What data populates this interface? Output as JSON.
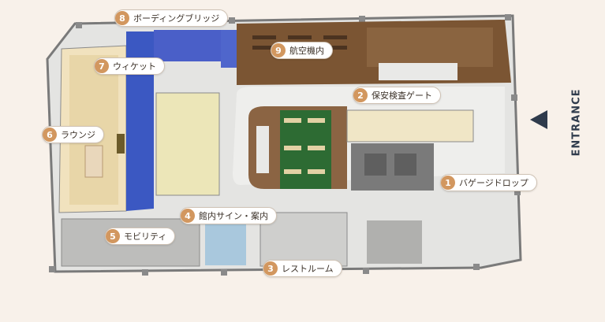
{
  "map": {
    "entrance_label": "ENTRANCE",
    "colors": {
      "background": "#f8f1ea",
      "floor": "#e6e6e4",
      "wall": "#6f6f6f",
      "wood": "#7b5533",
      "bridge_blue": "#3b58c2",
      "green": "#2d6b33",
      "badge": "#d2975f"
    },
    "zones": [
      {
        "num": "1",
        "label": "バゲージドロップ"
      },
      {
        "num": "2",
        "label": "保安検査ゲート"
      },
      {
        "num": "3",
        "label": "レストルーム"
      },
      {
        "num": "4",
        "label": "館内サイン・案内"
      },
      {
        "num": "5",
        "label": "モビリティ"
      },
      {
        "num": "6",
        "label": "ラウンジ"
      },
      {
        "num": "7",
        "label": "ウィケット"
      },
      {
        "num": "8",
        "label": "ボーディングブリッジ"
      },
      {
        "num": "9",
        "label": "航空機内"
      }
    ]
  }
}
